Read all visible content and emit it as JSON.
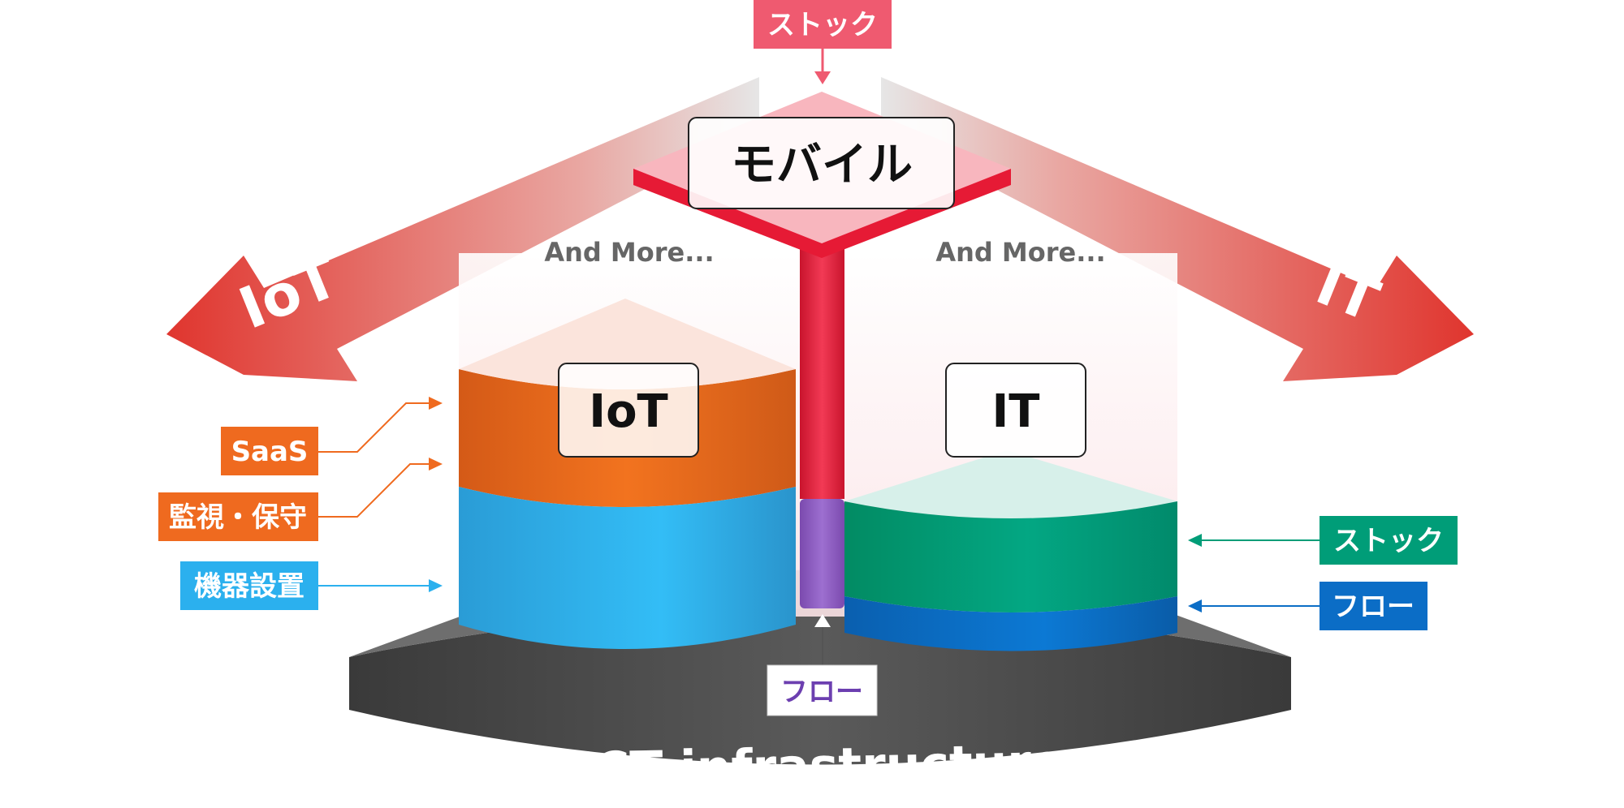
{
  "diagram": {
    "top_tag": "ストック",
    "center_box": "モバイル",
    "arrow_left": "IoT",
    "arrow_right": "IT",
    "and_more_left": "And More...",
    "and_more_right": "And More...",
    "iot_box": "IoT",
    "it_box": "IT",
    "left_labels": {
      "saas": "SaaS",
      "monitor": "監視・保守",
      "install": "機器設置"
    },
    "right_labels": {
      "stock": "ストック",
      "flow": "フロー"
    },
    "bottom_tag": "フロー",
    "base_label": "ICT infrastructure",
    "colors": {
      "red": "#E8213B",
      "pink_tag": "#EF5A70",
      "orange": "#EF6A1F",
      "blue": "#2BB0EE",
      "green": "#009D78",
      "dark_blue": "#0B6DC6",
      "purple": "#8E5BB8",
      "base_gray": "#555555"
    }
  }
}
